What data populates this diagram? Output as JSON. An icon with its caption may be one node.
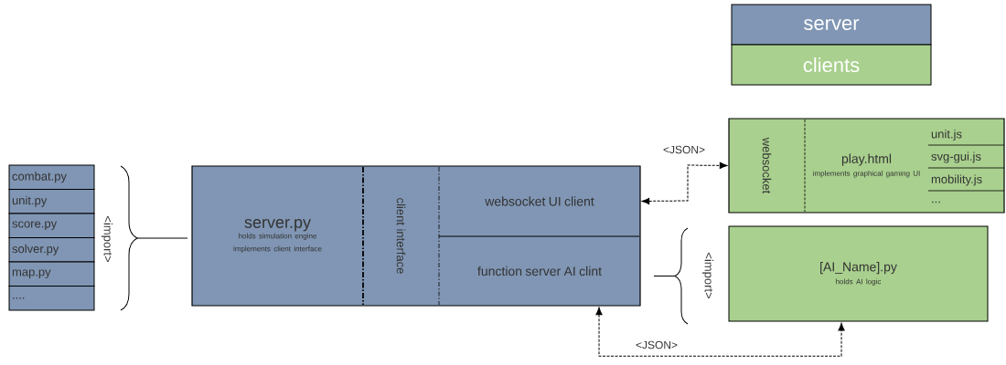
{
  "diagram": {
    "nodes": [
      {
        "text": [
          "combat.py"
        ]
      },
      {
        "text": [
          "unit.py"
        ]
      },
      {
        "text": [
          "score.py"
        ]
      },
      {
        "text": [
          "solver.py"
        ]
      },
      {
        "text": [
          "map.py"
        ]
      },
      {
        "text": [
          "...."
        ]
      },
      {
        "text": [],
        "shape": "box"
      },
      {
        "text": [
          "server.py",
          "holds simulation engine",
          "implements client interface"
        ],
        "in": 6
      },
      {
        "text": [
          "client interface"
        ],
        "in": 6
      },
      {
        "text": [
          "websocket UI client"
        ],
        "in": 6
      },
      {
        "text": [
          "function server AI clint"
        ],
        "in": 6
      },
      {
        "text": [],
        "shape": "box"
      },
      {
        "text": [
          "websocket"
        ],
        "in": 11
      },
      {
        "text": [
          "play.html",
          "implements graphical gaming UI"
        ],
        "in": 11
      },
      {
        "text": [
          "unit.js"
        ],
        "in": 11
      },
      {
        "text": [
          "svg-gui.js"
        ],
        "in": 11
      },
      {
        "text": [
          "mobility.js"
        ],
        "in": 11
      },
      {
        "text": [
          "..."
        ],
        "in": 11
      },
      {
        "text": [
          "[AI_Name].py",
          "holds AI logic"
        ]
      }
    ],
    "edges": [
      {
        "from": 9,
        "to": 12,
        "arrow": "both",
        "style": "dashed",
        "label": "<JSON>"
      },
      {
        "from": 10,
        "to": 18,
        "arrow": "both",
        "style": "dashed",
        "label": "<JSON>"
      }
    ],
    "labels": [
      "<import>",
      "<import>"
    ],
    "legend": [
      {
        "text": "server",
        "color": "#8096b4"
      },
      {
        "text": "clients",
        "color": "#a9d08e"
      }
    ]
  }
}
